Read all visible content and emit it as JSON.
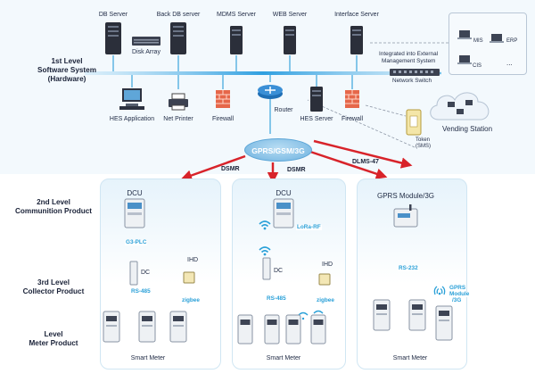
{
  "levels": {
    "level1": [
      "1st Level",
      "Software System",
      "(Hardware)"
    ],
    "level2": [
      "2nd Level",
      "Communition Product"
    ],
    "level3": [
      "3rd Level",
      "Collector Product"
    ],
    "level4": [
      "Level",
      "Meter Product"
    ]
  },
  "top": {
    "db_server": "DB Server",
    "back_db_server": "Back DB server",
    "mdms_server": "MDMS Server",
    "web_server": "WEB Server",
    "interface_server": "Interface Server",
    "disk_array": "Disk Array",
    "external_line1": "Integrated into External",
    "external_line2": "Management System",
    "network_switch": "Network Switch",
    "hes_application": "HES Application",
    "net_printer": "Net Printer",
    "firewall_left": "Firewall",
    "router": "Router",
    "hes_server": "HES Server",
    "firewall_right": "Firewall",
    "vending_station": "Vending Station",
    "token": "Token",
    "token_sms": "(SMS)"
  },
  "external": {
    "mis": "MIS",
    "erp": "ERP",
    "cis": "CIS",
    "more": "..."
  },
  "network": {
    "gprs": "GPRS/GSM/3G",
    "dsmr_left": "DSMR",
    "dsmr_mid": "DSMR",
    "dlms": "DLMS-47"
  },
  "panel1": {
    "dcu": "DCU",
    "g3plc": "G3-PLC",
    "dc": "DC",
    "ihd": "IHD",
    "rs485": "RS-485",
    "zigbee": "zigbee",
    "smart_meter": "Smart Meter"
  },
  "panel2": {
    "dcu": "DCU",
    "lora": "LoRa-RF",
    "dc": "DC",
    "ihd": "IHD",
    "rs485": "RS-485",
    "zigbee": "zigbee",
    "smart_meter": "Smart Meter"
  },
  "panel3": {
    "gprs_module": "GPRS Module/3G",
    "rs232": "RS-232",
    "gprs_mod_line1": "GPRS",
    "gprs_mod_line2": "Module",
    "gprs_mod_line3": "/3G",
    "smart_meter": "Smart Meter"
  },
  "colors": {
    "accent": "#2aa0d8",
    "arrow_red": "#d8232a",
    "server_dark": "#2b2f3a",
    "firewall": "#e6674a"
  }
}
